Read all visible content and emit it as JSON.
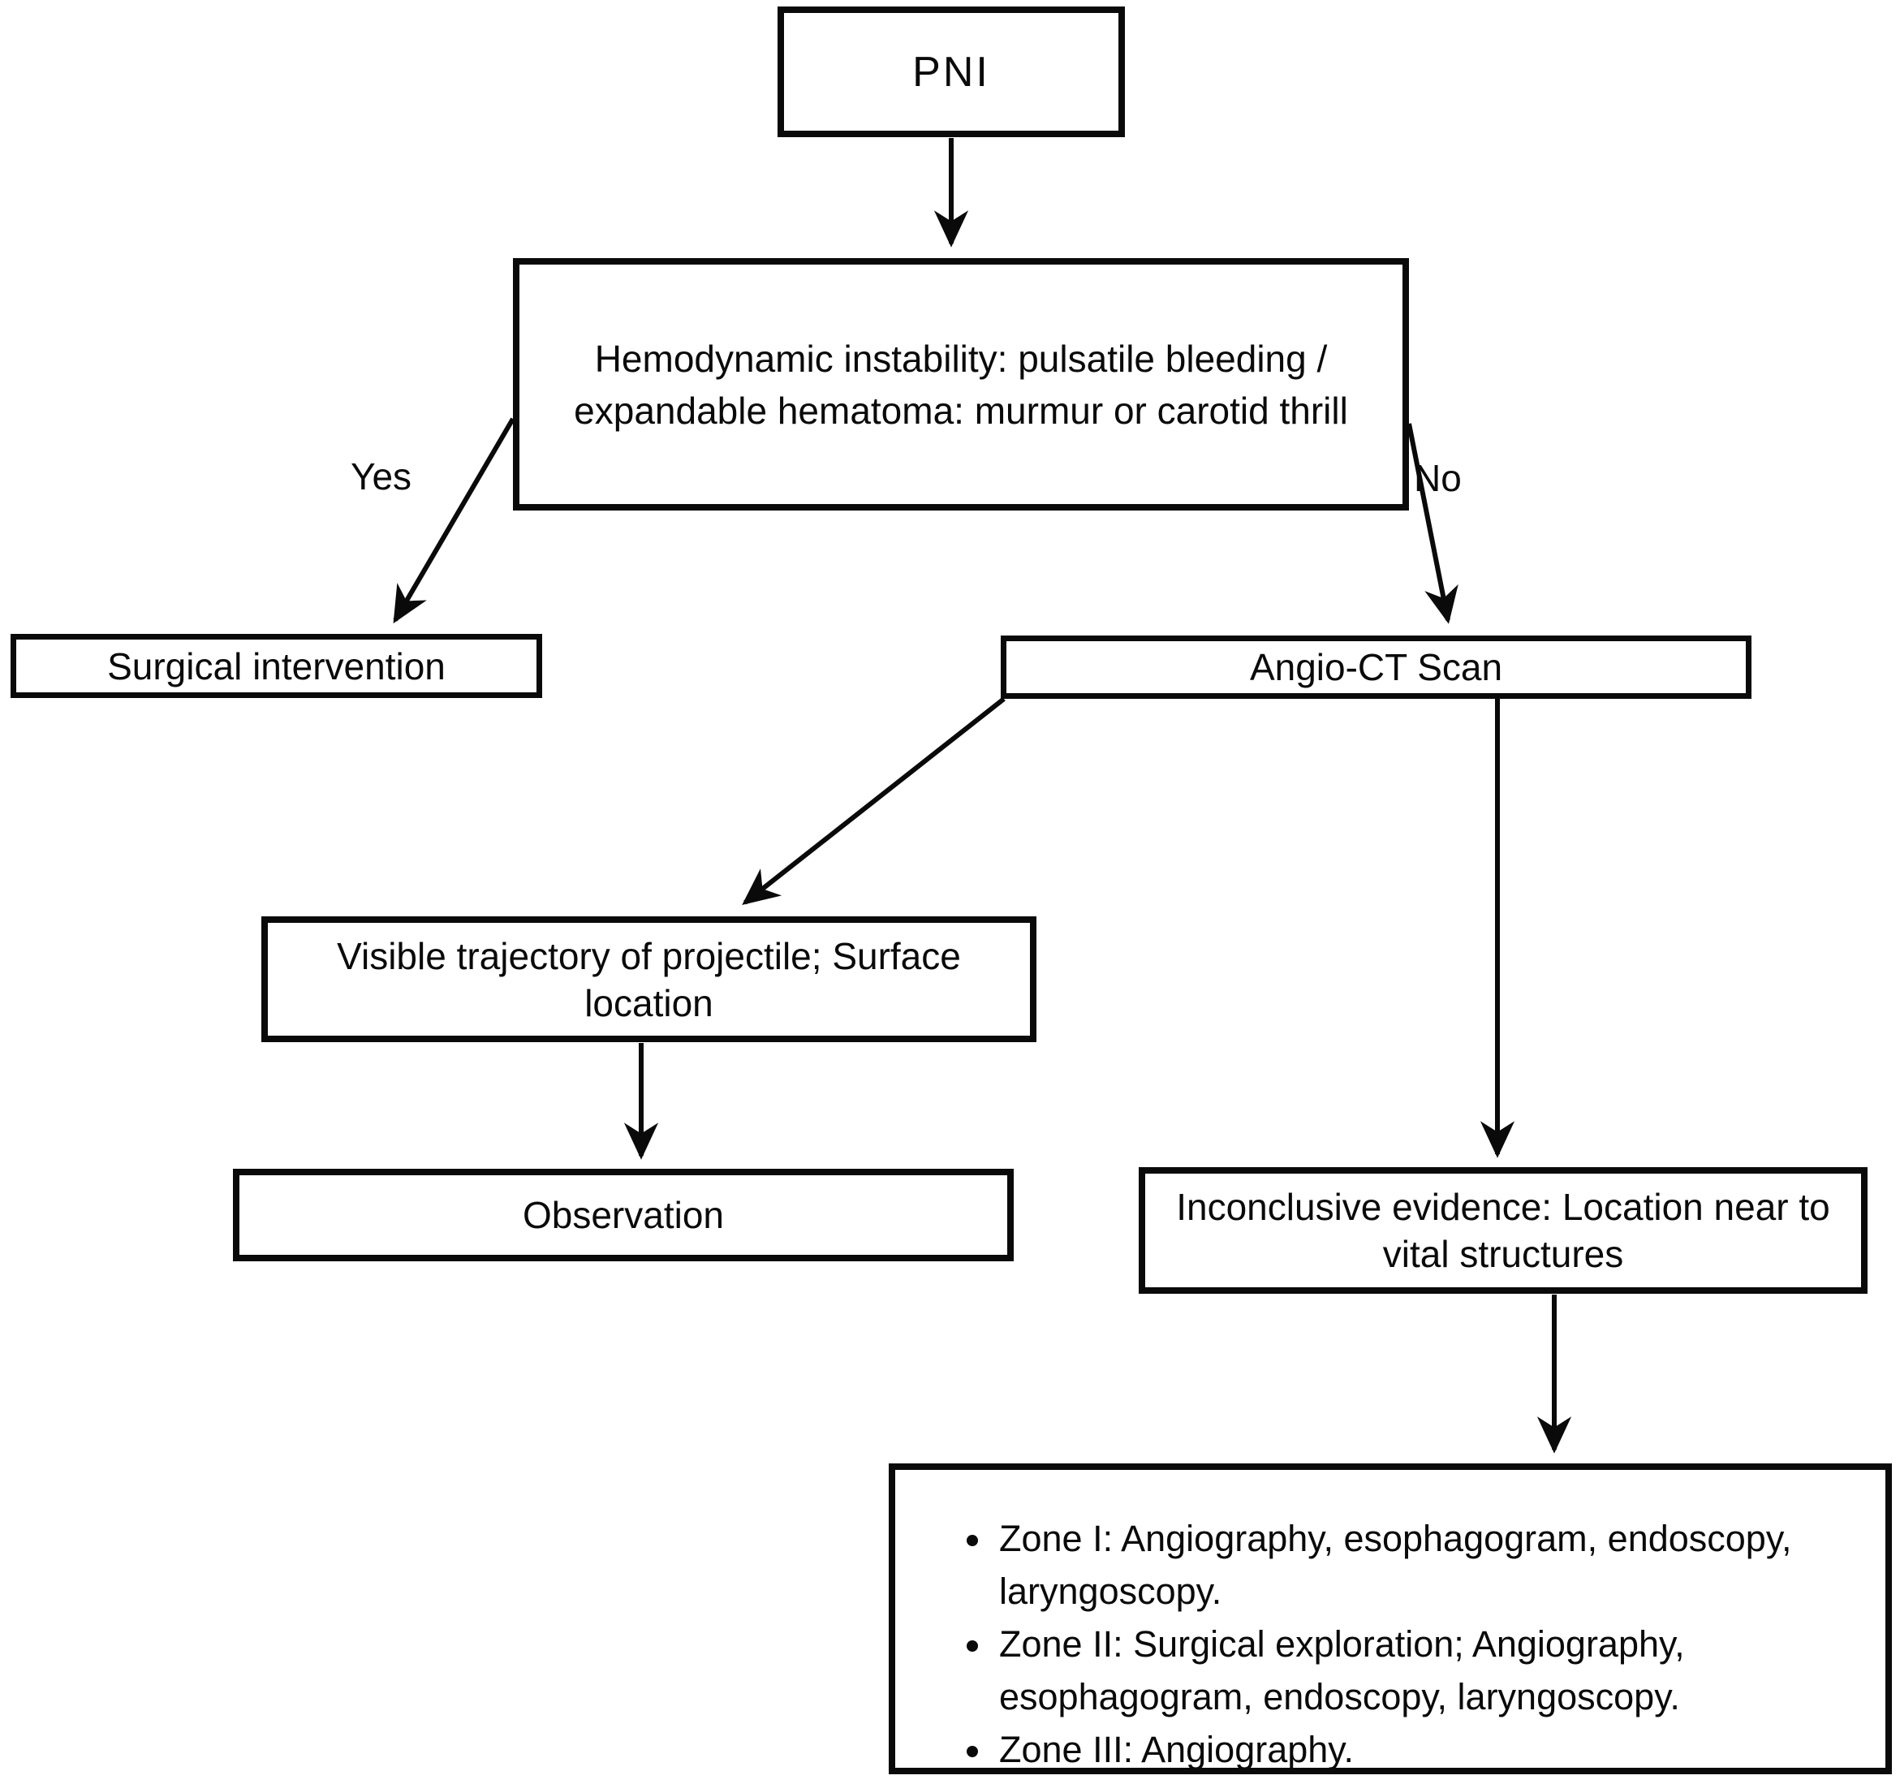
{
  "figure": {
    "type": "flowchart",
    "colors": {
      "background": "#ffffff",
      "line": "#0a0a0a",
      "box_fill": "#ffffff"
    },
    "nodes": {
      "pni": {
        "label": "PNI"
      },
      "hemodynamic": {
        "label": "Hemodynamic instability: pulsatile bleeding / expandable hematoma: murmur or carotid thrill",
        "lines": [
          "Hemodynamic instability: pulsatile bleeding /",
          "expandable hematoma: murmur or carotid thrill"
        ]
      },
      "surgical": {
        "label": "Surgical intervention"
      },
      "angio": {
        "label": "Angio-CT Scan"
      },
      "visible": {
        "label": "Visible trajectory of projectile; Surface location",
        "lines": [
          "Visible trajectory of projectile; Surface",
          "location"
        ]
      },
      "observation": {
        "label": "Observation"
      },
      "inconclusive": {
        "label": "Inconclusive evidence: Location near to vital structures",
        "lines": [
          "Inconclusive evidence: Location near to",
          "vital structures"
        ]
      },
      "zones": {
        "items": [
          "Zone I: Angiography, esophagogram, endoscopy, laryngoscopy.",
          "Zone II: Surgical exploration; Angiography, esophagogram, endoscopy, laryngoscopy.",
          "Zone III: Angiography."
        ]
      }
    },
    "edges": {
      "yes_label": "Yes",
      "no_label": "No"
    }
  }
}
